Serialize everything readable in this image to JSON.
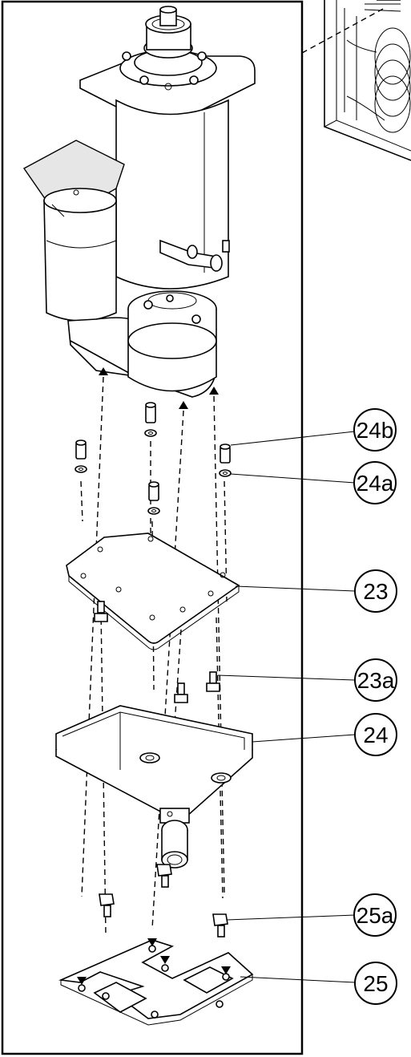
{
  "callouts": [
    {
      "id": "24b",
      "label": "24b"
    },
    {
      "id": "24a",
      "label": "24a"
    },
    {
      "id": "23",
      "label": "23"
    },
    {
      "id": "23a",
      "label": "23a"
    },
    {
      "id": "24",
      "label": "24"
    },
    {
      "id": "25a",
      "label": "25a"
    },
    {
      "id": "25",
      "label": "25"
    }
  ]
}
